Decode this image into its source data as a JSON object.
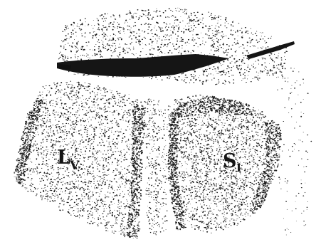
{
  "figure": {
    "labels": {
      "left": {
        "main": "L",
        "sub": "V"
      },
      "right": {
        "main": "S",
        "sub": "I"
      }
    },
    "colors": {
      "stipple": "#1a1a1a",
      "background": "#ffffff",
      "dark_mass": "#151515"
    }
  }
}
